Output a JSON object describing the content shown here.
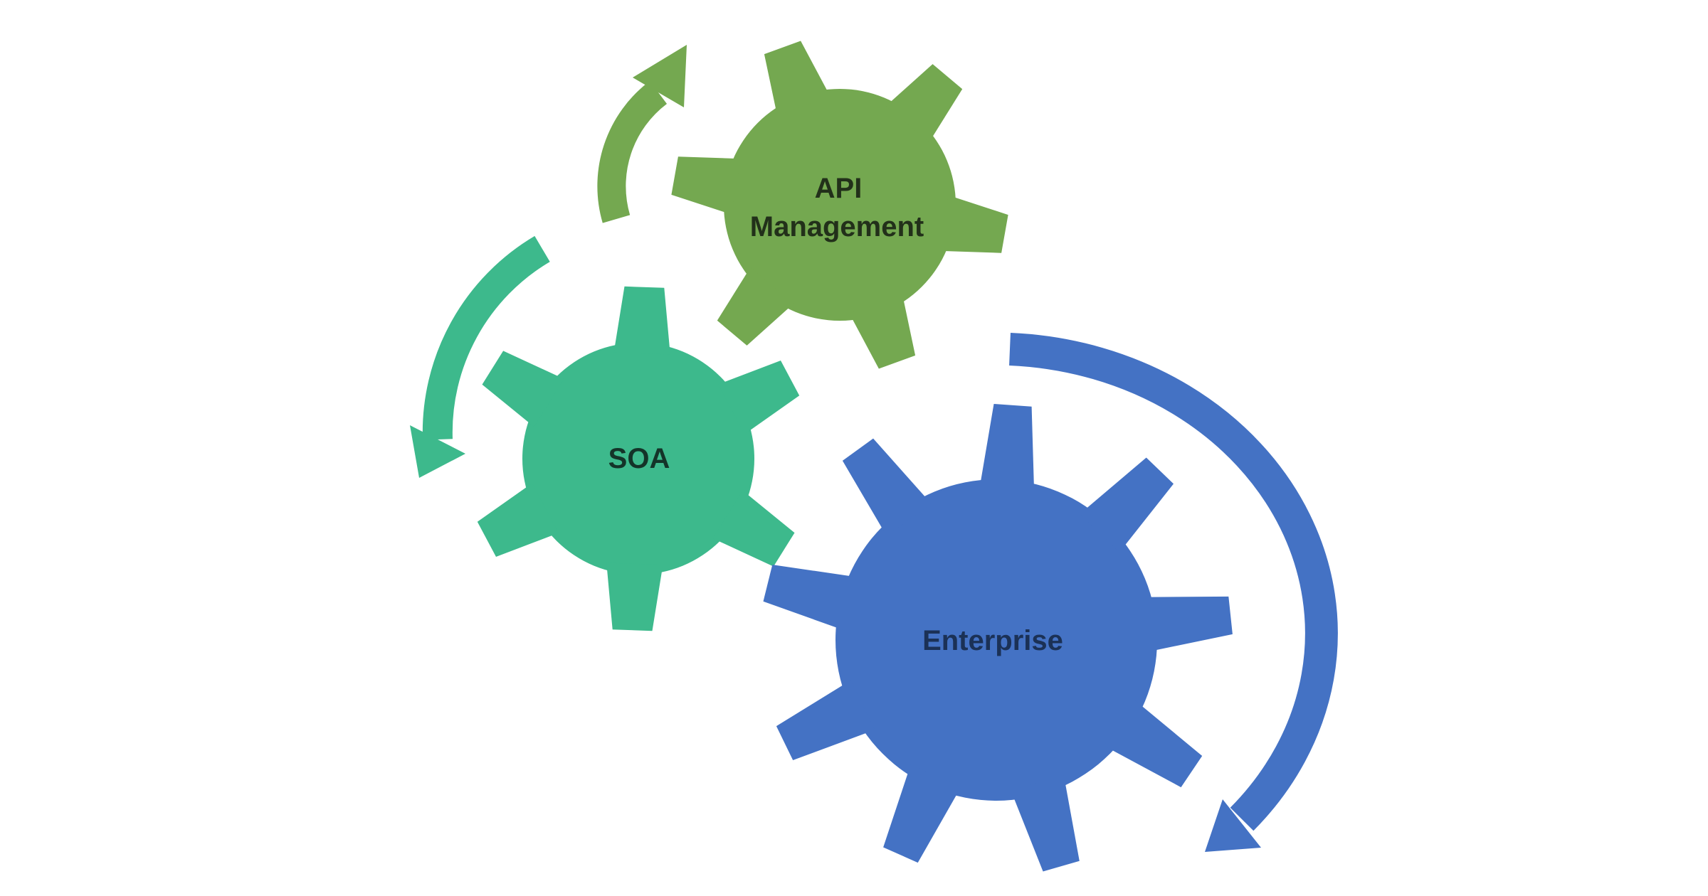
{
  "diagram": {
    "description": "Three interlocking gears with rotation arrows",
    "background_color": "#ffffff"
  },
  "gears": [
    {
      "id": "api-management",
      "label": "API Management",
      "label_line1": "API",
      "label_line2": "Management",
      "color": "#74A850",
      "text_color": "#22301a"
    },
    {
      "id": "soa",
      "label": "SOA",
      "color": "#3DB98C",
      "text_color": "#143429"
    },
    {
      "id": "enterprise",
      "label": "Enterprise",
      "color": "#4472C4",
      "text_color": "#1b3156"
    }
  ],
  "arrows": [
    {
      "id": "api-rotation-arrow",
      "direction": "clockwise",
      "color": "#74A850"
    },
    {
      "id": "soa-rotation-arrow",
      "direction": "counterclockwise",
      "color": "#3DB98C"
    },
    {
      "id": "enterprise-rotation-arrow",
      "direction": "clockwise",
      "color": "#4472C4"
    }
  ]
}
